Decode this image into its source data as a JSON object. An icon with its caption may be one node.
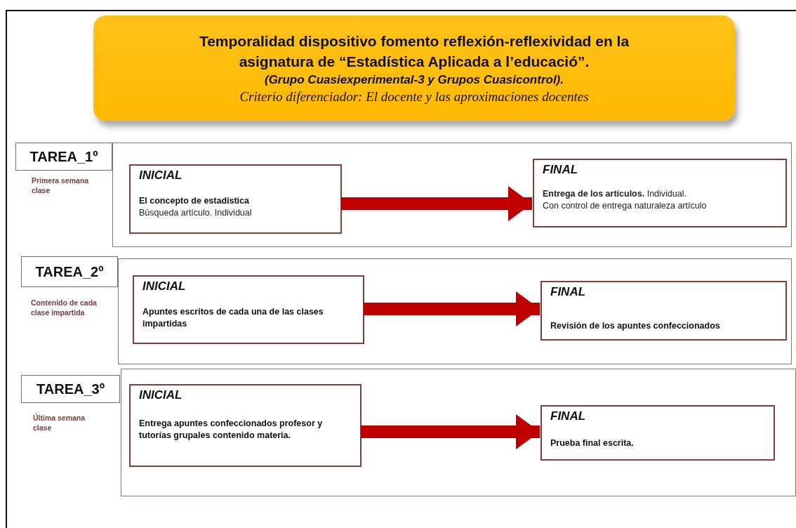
{
  "diagram": {
    "nodes": [
      {
        "text": [
          "Temporalidad dispositivo fomento reflexión-reflexividad en la asignatura de “Estadística Aplicada a l’educació”.",
          "(Grupo Cuasiexperimental-3 y Grupos Cuasicontrol).",
          "Criterio diferenciador: El docente y las aproximaciones docentes"
        ]
      },
      {
        "text": [],
        "shape": "box"
      },
      {
        "text": [
          "TAREA_1º"
        ],
        "beside": [
          "Primera semana clase"
        ]
      },
      {
        "text": [
          "INICIAL",
          "El concepto de estadística",
          "Búsqueda artículo. Individual"
        ],
        "in": 1
      },
      {
        "text": [
          "FINAL",
          "**Entrega de los artículos.** Individual.",
          "Con control de entrega naturaleza artículo"
        ],
        "in": 1
      },
      {
        "text": [],
        "shape": "box"
      },
      {
        "text": [
          "TAREA_2º"
        ],
        "beside": [
          "Contenido de cada clase impartida"
        ]
      },
      {
        "text": [
          "INICIAL",
          "Apuntes escritos de cada una de las clases impartidas"
        ],
        "in": 5
      },
      {
        "text": [
          "FINAL",
          "Revisión de los apuntes confeccionados"
        ],
        "in": 5
      },
      {
        "text": [],
        "shape": "box"
      },
      {
        "text": [
          "TAREA_3º"
        ],
        "beside": [
          "Última semana clase"
        ]
      },
      {
        "text": [
          "INICIAL",
          "Entrega apuntes confeccionados profesor y tutorías grupales contenido materia."
        ],
        "in": 9
      },
      {
        "text": [
          "FINAL",
          "Prueba final escrita."
        ],
        "in": 9
      }
    ],
    "edges": [
      {
        "from": 3,
        "to": 4,
        "arrow": "to"
      },
      {
        "from": 7,
        "to": 8,
        "arrow": "to"
      },
      {
        "from": 11,
        "to": 12,
        "arrow": "to"
      }
    ]
  }
}
